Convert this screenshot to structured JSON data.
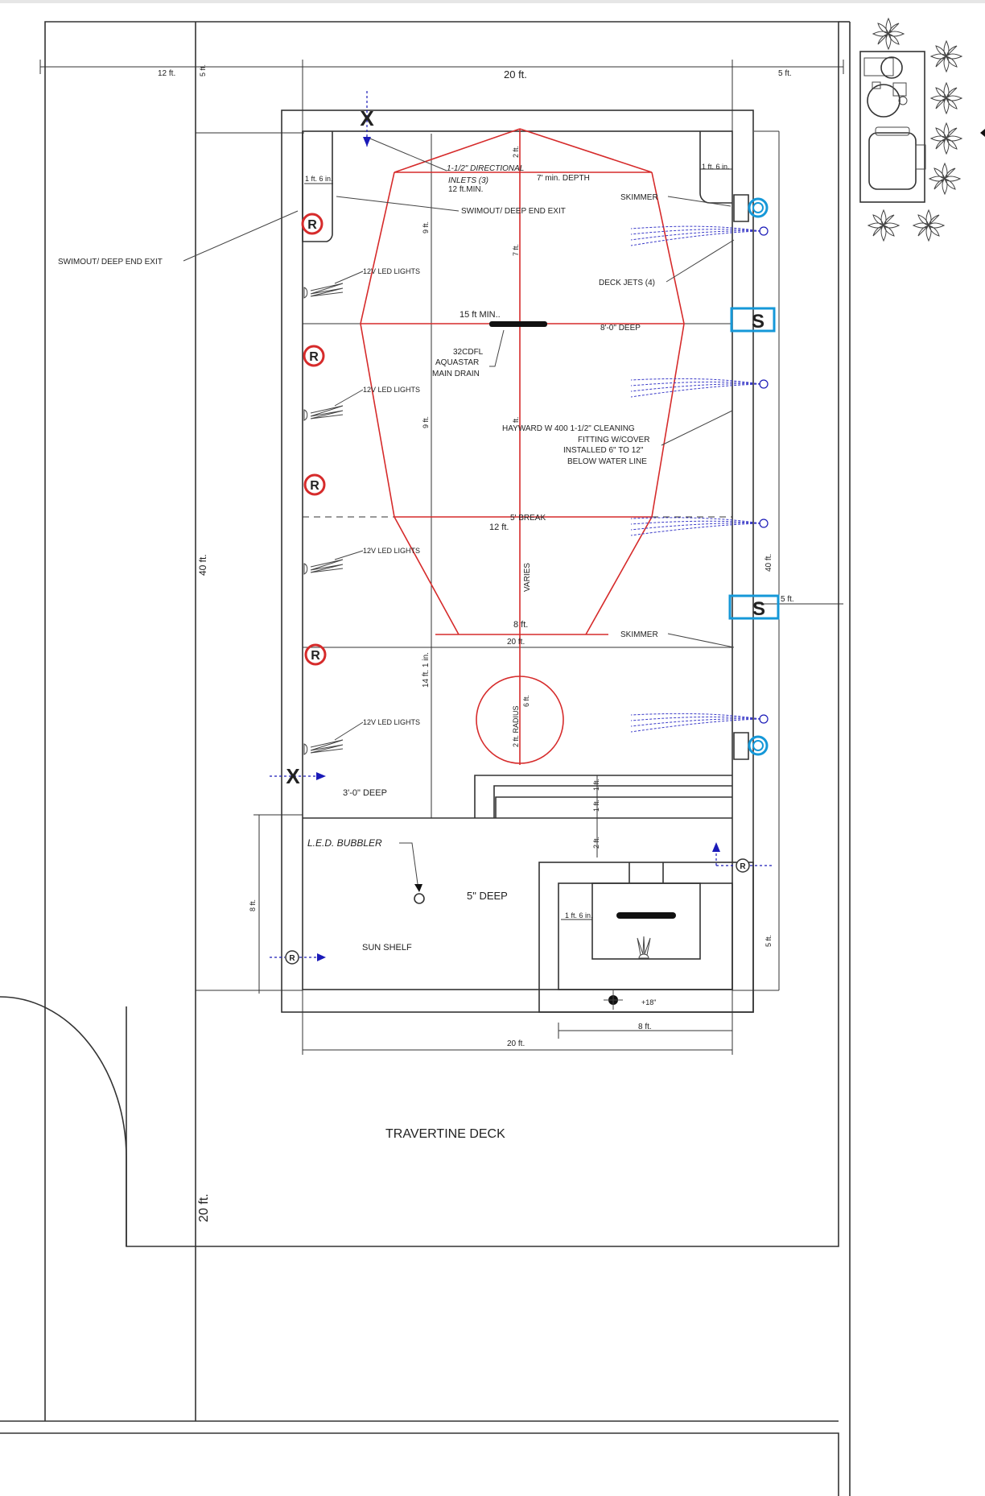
{
  "dimensions": {
    "top_left": "12 ft.",
    "top_left_vertical": "5 ft.",
    "top_center": "20 ft.",
    "top_right": "5 ft.",
    "left_total": "40 ft.",
    "right_total": "40 ft.",
    "right_side": "5 ft.",
    "left_bottom": "20 ft.",
    "swimout_width_left": "1 ft. 6 in.",
    "swimout_width_right": "1 ft. 6 in.",
    "seg_9ft_a": "9 ft.",
    "seg_9ft_b": "9 ft.",
    "seg_14ft": "14 ft. 1 in.",
    "seg_2ft_top": "2 ft.",
    "seg_7ft": "7 ft.",
    "seg_mid": "ft.",
    "min_width": "15 ft MIN..",
    "width_12": "12 ft.",
    "width_8": "8 ft.",
    "width_20_inner": "20 ft.",
    "radius_label": "2 ft. RADIUS",
    "radius_6": "6 ft.",
    "varies": "VARIES",
    "step_1a": "1 ft.",
    "step_1b": "1 ft.",
    "step_2": "2 ft.",
    "sun_shelf_8": "8 ft.",
    "spa_5": "5 ft.",
    "spa_1ft6": "1 ft. 6 in.",
    "spa_8": "8 ft.",
    "bottom_20": "20 ft.",
    "plus18": "+18\""
  },
  "labels": {
    "directional_inlets_1": "1-1/2\" DIRECTIONAL",
    "directional_inlets_2": "INLETS (3)",
    "directional_inlets_3": "12 ft.MIN.",
    "min_depth": "7' min. DEPTH",
    "skimmer_top": "SKIMMER",
    "skimmer_bottom": "SKIMMER",
    "swimout_inner": "SWIMOUT/ DEEP END EXIT",
    "swimout_outer": "SWIMOUT/ DEEP END EXIT",
    "led_lights_1": "12V LED LIGHTS",
    "led_lights_2": "12V LED LIGHTS",
    "led_lights_3": "12V LED LIGHTS",
    "led_lights_4": "12V LED LIGHTS",
    "deck_jets": "DECK JETS (4)",
    "deep_8": "8'-0\" DEEP",
    "main_drain_1": "32CDFL",
    "main_drain_2": "AQUASTAR",
    "main_drain_3": "MAIN DRAIN",
    "hayward_1": "HAYWARD W 400 1-1/2\" CLEANING",
    "hayward_2": "FITTING W/COVER",
    "hayward_3": "INSTALLED 6\" TO 12\"",
    "hayward_4": "BELOW WATER LINE",
    "break": "5' BREAK",
    "deep_3": "3'-0\" DEEP",
    "bubbler": "L.E.D. BUBBLER",
    "deep_5in": "5\" DEEP",
    "sun_shelf": "SUN SHELF",
    "travertine": "TRAVERTINE DECK"
  },
  "symbols": {
    "return": "R",
    "skimmer_marker": "S",
    "cross": "X"
  },
  "colors": {
    "line": "#333333",
    "red": "#d62b2b",
    "blue": "#1a1ab8",
    "cyan": "#1598d8"
  }
}
